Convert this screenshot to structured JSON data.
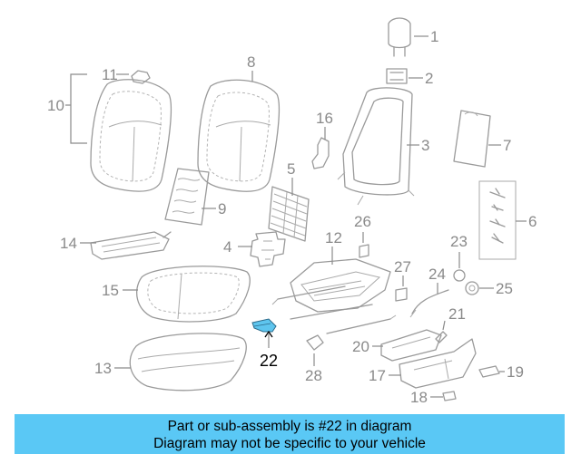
{
  "callouts": [
    {
      "key": "c1",
      "label": "1"
    },
    {
      "key": "c2",
      "label": "2"
    },
    {
      "key": "c3",
      "label": "3"
    },
    {
      "key": "c4",
      "label": "4"
    },
    {
      "key": "c5",
      "label": "5"
    },
    {
      "key": "c6",
      "label": "6"
    },
    {
      "key": "c7",
      "label": "7"
    },
    {
      "key": "c8",
      "label": "8"
    },
    {
      "key": "c9",
      "label": "9"
    },
    {
      "key": "c10",
      "label": "10"
    },
    {
      "key": "c11",
      "label": "11"
    },
    {
      "key": "c12",
      "label": "12"
    },
    {
      "key": "c13",
      "label": "13"
    },
    {
      "key": "c14",
      "label": "14"
    },
    {
      "key": "c15",
      "label": "15"
    },
    {
      "key": "c16",
      "label": "16"
    },
    {
      "key": "c17",
      "label": "17"
    },
    {
      "key": "c18",
      "label": "18"
    },
    {
      "key": "c19",
      "label": "19"
    },
    {
      "key": "c20",
      "label": "20"
    },
    {
      "key": "c21",
      "label": "21"
    },
    {
      "key": "c22",
      "label": "22"
    },
    {
      "key": "c23",
      "label": "23"
    },
    {
      "key": "c24",
      "label": "24"
    },
    {
      "key": "c25",
      "label": "25"
    },
    {
      "key": "c26",
      "label": "26"
    },
    {
      "key": "c27",
      "label": "27"
    },
    {
      "key": "c28",
      "label": "28"
    }
  ],
  "highlight": {
    "part": "22",
    "color": "#5ec5ee"
  },
  "banner": {
    "line1": "Part or sub-assembly is #22 in diagram",
    "line2": "Diagram may not be specific to your vehicle",
    "color": "#5ac8f5"
  }
}
